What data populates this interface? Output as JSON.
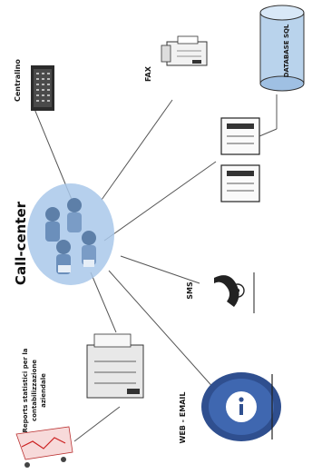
{
  "diagram": {
    "center_label": "Call-center",
    "nodes": {
      "centralino": "Centralino",
      "fax": "FAX",
      "database": "DATABASE SQL",
      "sms": "SMS",
      "web_email": "WEB - EMAIL",
      "reports": [
        "Reports statistici per la",
        "contabilizzazione",
        "aziendale"
      ]
    },
    "icons": {
      "centralino": "switchboard-icon",
      "fax": "fax-machine-icon",
      "database": "database-cylinder-icon",
      "servers": "server-tower-icon",
      "sms": "phone-handset-icon",
      "web_email": "info-globe-icon",
      "reports": "printer-icon",
      "chart": "shopping-cart-chart-icon",
      "center": "people-group-icon"
    }
  }
}
